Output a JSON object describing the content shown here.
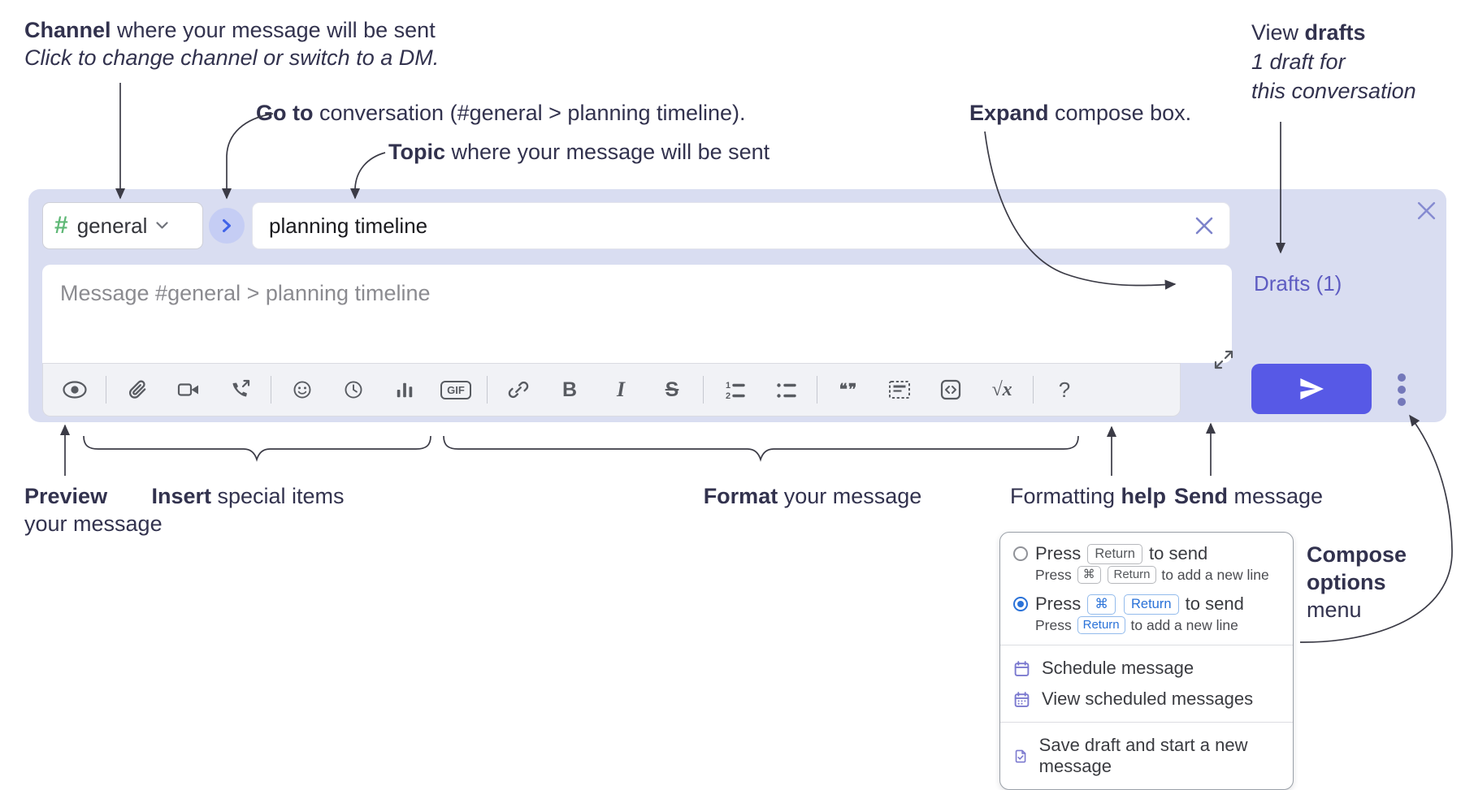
{
  "annotations": {
    "channel_line1_bold": "Channel",
    "channel_line1_rest": " where your message will be sent",
    "channel_line2": "Click to change channel or switch to a DM.",
    "goto_bold": "Go to",
    "goto_rest": " conversation (#general > planning timeline).",
    "topic_bold": "Topic",
    "topic_rest": " where your message will be sent",
    "expand_bold": "Expand",
    "expand_rest": " compose box.",
    "drafts_line1_pre": "View ",
    "drafts_line1_bold": "drafts",
    "drafts_line2": "1 draft for",
    "drafts_line3": "this conversation",
    "preview_bold": "Preview",
    "preview_line2": "your message",
    "insert_bold": "Insert",
    "insert_rest": " special items",
    "format_bold": "Format",
    "format_rest": " your message",
    "help_pre": "Formatting ",
    "help_bold": "help",
    "send_bold": "Send",
    "send_rest": " message",
    "options_line1": "Compose",
    "options_line2": "options",
    "options_line3": "menu"
  },
  "compose": {
    "channel": {
      "hash": "#",
      "name": "general"
    },
    "topic_value": "planning timeline",
    "message_placeholder": "Message #general > planning timeline",
    "drafts_link": "Drafts (1)"
  },
  "toolbar": {
    "gif": "GIF",
    "bold": "B",
    "italic": "I",
    "strike": "S",
    "ol_1": "1",
    "ol_2": "2",
    "quote": "❝❞",
    "math": "√x",
    "help": "?"
  },
  "popup": {
    "press": "Press",
    "to_send": "to send",
    "to_add": "to add a new line",
    "kbd_return": "Return",
    "kbd_cmd": "⌘",
    "menu_items": [
      {
        "label": "Schedule message"
      },
      {
        "label": "View scheduled messages"
      },
      {
        "label": "Save draft and start a new message"
      }
    ]
  },
  "colors": {
    "compose_bg": "#d9ddf1",
    "send_button": "#5759e6",
    "drafts_link": "#5e5cc2",
    "selected_blue": "#2a72d8",
    "menu_icon_purple": "#7b79cf",
    "hash_green": "#5fb876",
    "annotation_ink": "#32324e"
  }
}
